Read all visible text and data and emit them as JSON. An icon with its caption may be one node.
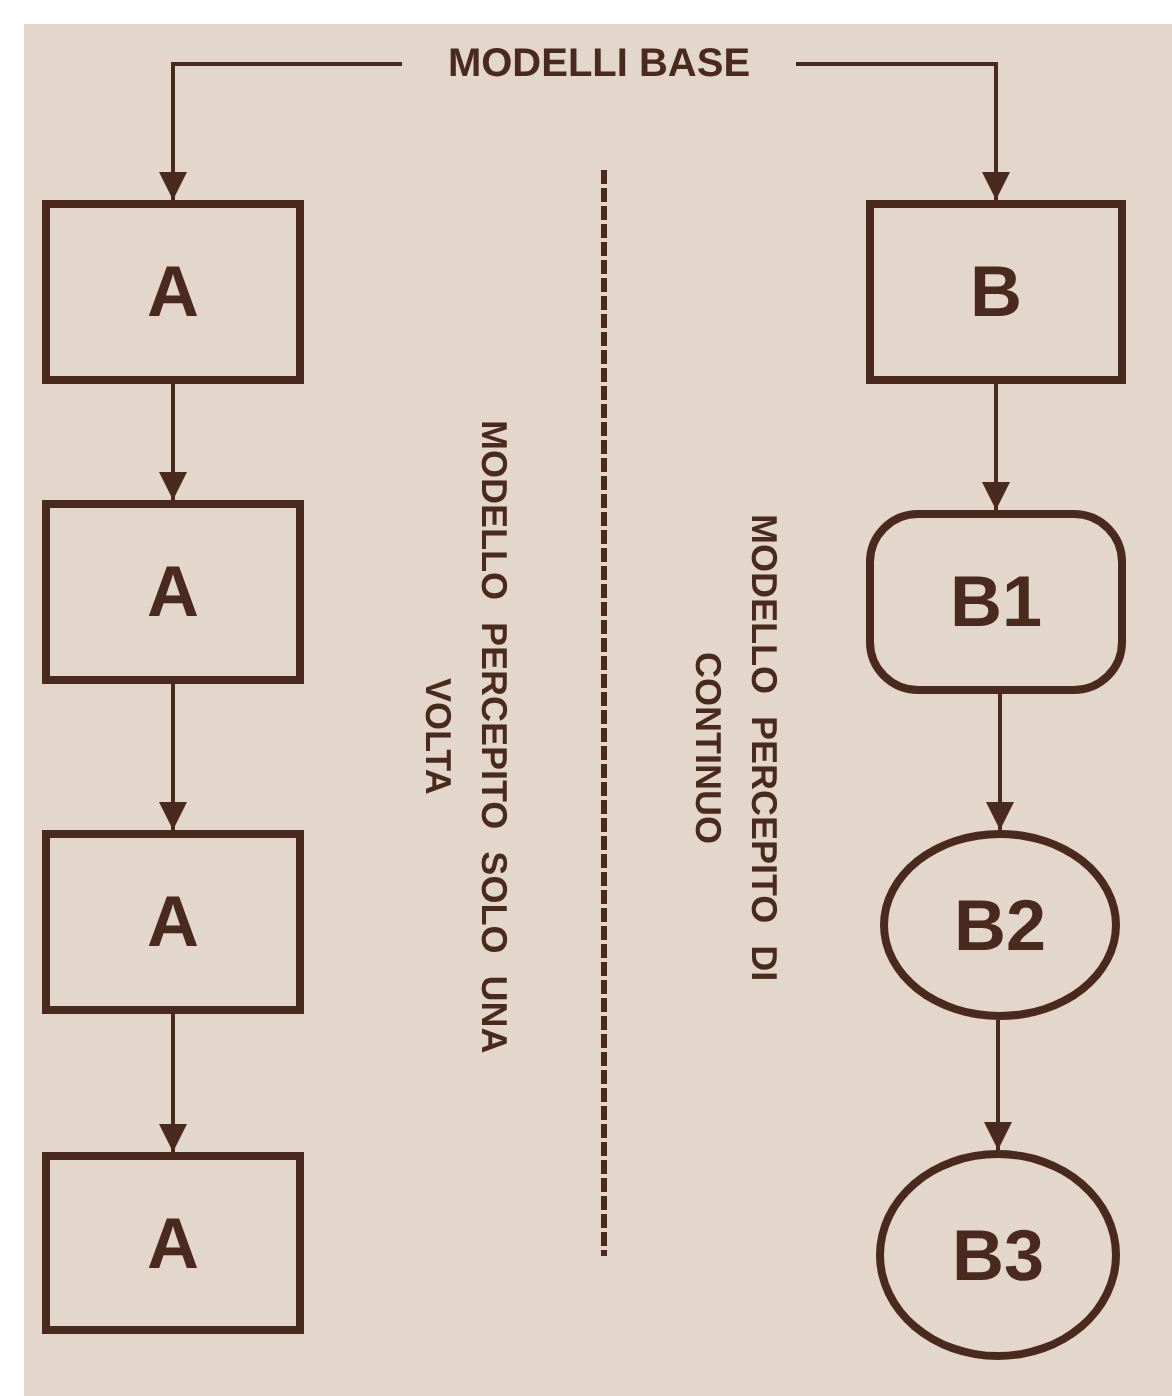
{
  "diagram": {
    "nodes": [
      {
        "text": [
          "MODELLI BASE"
        ]
      },
      {
        "text": [
          "A"
        ]
      },
      {
        "text": [
          "A"
        ]
      },
      {
        "text": [
          "A"
        ]
      },
      {
        "text": [
          "A"
        ]
      },
      {
        "text": [
          "B"
        ]
      },
      {
        "text": [
          "B1"
        ]
      },
      {
        "text": [
          "B2"
        ]
      },
      {
        "text": [
          "B3"
        ]
      }
    ],
    "edges": [
      {
        "from": 0,
        "to": 1,
        "arrow": "to"
      },
      {
        "from": 0,
        "to": 5,
        "arrow": "to"
      },
      {
        "from": 1,
        "to": 2,
        "arrow": "to"
      },
      {
        "from": 2,
        "to": 3,
        "arrow": "to"
      },
      {
        "from": 3,
        "to": 4,
        "arrow": "to"
      },
      {
        "from": 5,
        "to": 6,
        "arrow": "to"
      },
      {
        "from": 6,
        "to": 7,
        "arrow": "to"
      },
      {
        "from": 7,
        "to": 8,
        "arrow": "to"
      }
    ],
    "labels": [
      "MODELLO PERCEPITO SOLO UNA VOLTA",
      "MODELLO PERCEPITO DI CONTINUO"
    ]
  }
}
